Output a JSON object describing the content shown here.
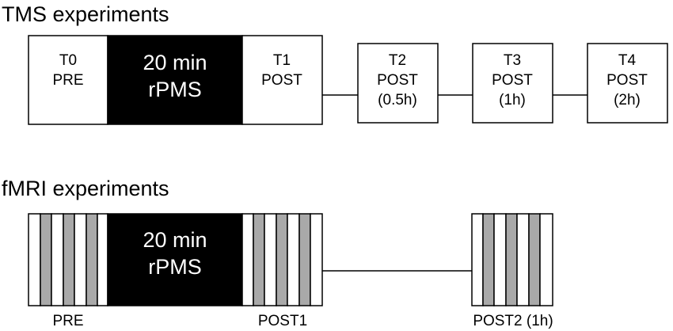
{
  "tms": {
    "title": "TMS experiments",
    "stim": {
      "line1": "20 min",
      "line2": "rPMS"
    },
    "boxes": [
      {
        "line1": "T0",
        "line2": "PRE",
        "line3": ""
      },
      {
        "line1": "T1",
        "line2": "POST",
        "line3": ""
      },
      {
        "line1": "T2",
        "line2": "POST",
        "line3": "(0.5h)"
      },
      {
        "line1": "T3",
        "line2": "POST",
        "line3": "(1h)"
      },
      {
        "line1": "T4",
        "line2": "POST",
        "line3": "(2h)"
      }
    ]
  },
  "fmri": {
    "title": "fMRI experiments",
    "stim": {
      "line1": "20 min",
      "line2": "rPMS"
    },
    "labels": {
      "pre": "PRE",
      "post1": "POST1",
      "post2": "POST2 (1h)"
    }
  },
  "colors": {
    "stimulation_fill": "#000000",
    "task_block_fill": "#a9a9a9",
    "rest_block_fill": "#ffffff",
    "stroke": "#000000"
  }
}
